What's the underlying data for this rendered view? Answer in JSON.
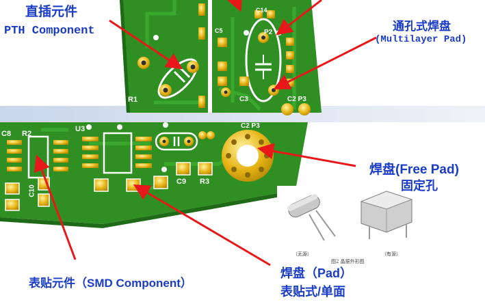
{
  "labels": {
    "pth_cn": "直插元件",
    "pth_en": "PTH Component",
    "multilayer_cn": "通孔式焊盘",
    "multilayer_en": "(Multilayer Pad)",
    "free_pad": "焊盘(Free Pad)",
    "fixed_hole": "固定孔",
    "smd": "表贴元件（SMD Component）",
    "pad_line1": "焊盘（Pad）",
    "pad_line2": "表贴式/单面"
  },
  "silkscreen": {
    "c14": "C14",
    "c5": "C5",
    "p2": "P2",
    "c3": "C3",
    "c2p3_top": "C2 P3",
    "r1": "R1",
    "c8": "C8",
    "r2": "R2",
    "u3": "U3",
    "c2p3": "C2 P3",
    "c10": "C10",
    "c9": "C9",
    "r3": "R3"
  },
  "photo_caption": {
    "left": "（无源）",
    "center": "图2  晶振外形图",
    "right": "（有源）"
  },
  "colors": {
    "label_blue": "#1a3cc8",
    "arrow_red": "#e8181a",
    "board_green": "#2f8f23",
    "pad_gold": "#e2b313"
  }
}
